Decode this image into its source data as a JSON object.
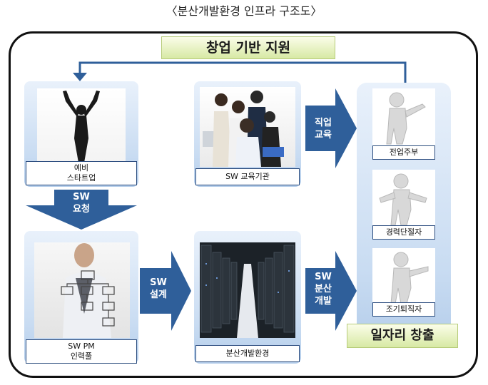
{
  "title": "〈분산개발환경 인프라 구조도〉",
  "top_banner": "창업 기반 지원",
  "bottom_banner": "일자리 창출",
  "nodes": {
    "startup": {
      "line1": "예비",
      "line2": "스타트업"
    },
    "pm": {
      "line1": "SW PM",
      "line2": "인력풀"
    },
    "edu": {
      "label": "SW 교육기관"
    },
    "infra": {
      "label": "분산개발환경"
    },
    "p1": {
      "label": "전업주부"
    },
    "p2": {
      "label": "경력단절자"
    },
    "p3": {
      "label": "조기퇴직자"
    }
  },
  "arrows": {
    "request": {
      "line1": "SW",
      "line2": "요청"
    },
    "design": {
      "line1": "SW",
      "line2": "설계"
    },
    "training": {
      "line1": "직업",
      "line2": "교육"
    },
    "dev": {
      "line1": "SW",
      "line2": "분산",
      "line3": "개발"
    }
  },
  "colors": {
    "arrow": "#2f5f9a",
    "card": "#c9dcf2",
    "banner": "#d7e9a4"
  }
}
